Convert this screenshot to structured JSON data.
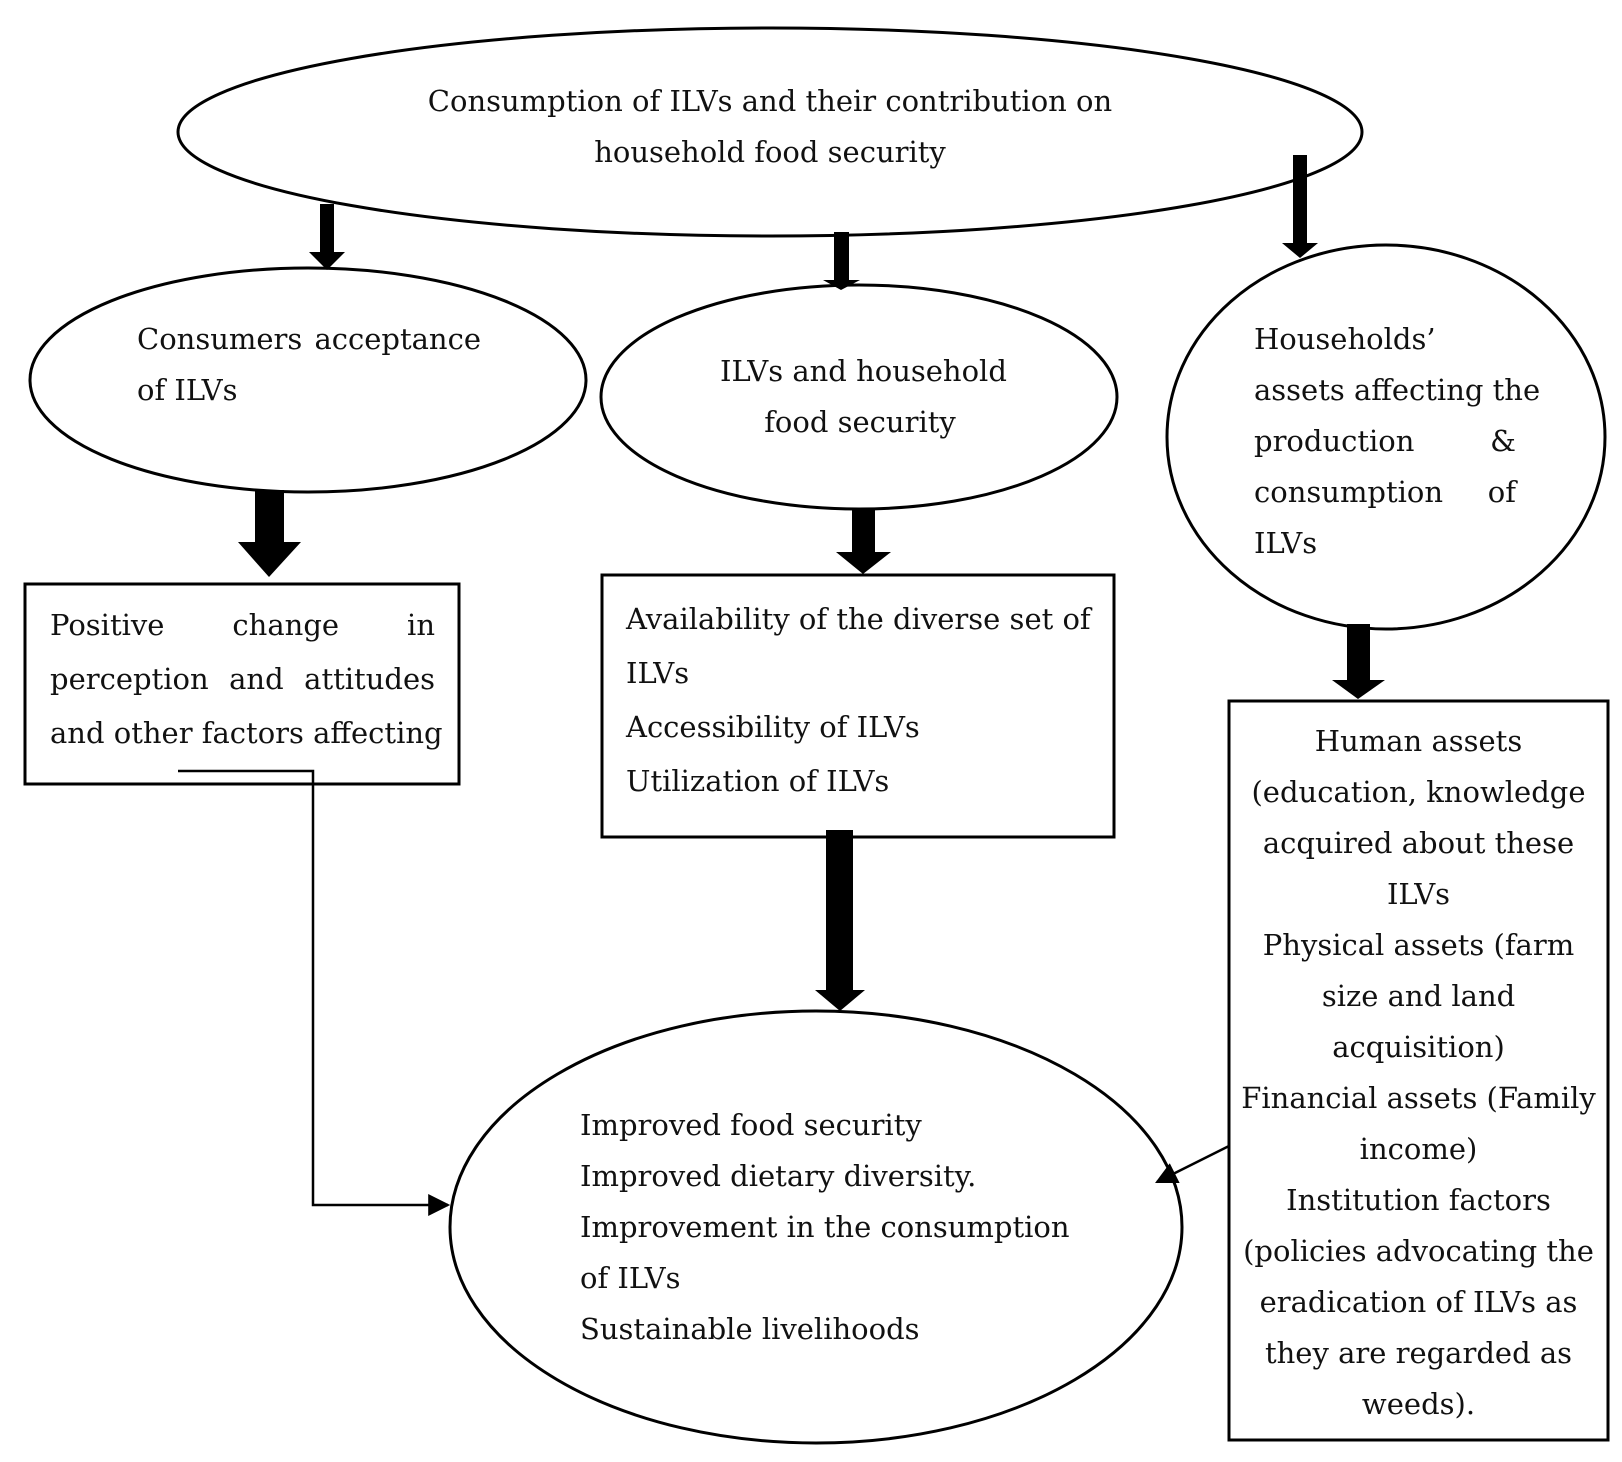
{
  "colors": {
    "stroke": "#000000",
    "text": "#111111",
    "background": "#ffffff"
  },
  "top": {
    "lines": [
      "Consumption of ILVs and their contribution on",
      "household food security"
    ]
  },
  "acceptance": {
    "lines": [
      "Consumers acceptance",
      "of ILVs"
    ]
  },
  "food_security": {
    "lines": [
      "ILVs and household",
      "food security"
    ]
  },
  "assets": {
    "lines": [
      "Households’",
      "assets affecting the",
      "production &",
      "consumption of",
      "ILVs"
    ]
  },
  "perception_box": {
    "lines": [
      "Positive change in",
      "perception and attitudes",
      "and other factors affecting"
    ]
  },
  "availability_box": {
    "lines": [
      "Availability of the diverse set of",
      "ILVs",
      "Accessibility of ILVs",
      "Utilization of ILVs"
    ]
  },
  "assets_box": {
    "lines": [
      "Human assets",
      "(education, knowledge",
      "acquired about these",
      "ILVs",
      "Physical assets (farm",
      "size and land",
      "acquisition)",
      "Financial assets (Family",
      "income)",
      "Institution factors",
      "(policies advocating the",
      "eradication of ILVs as",
      "they are regarded as",
      "weeds)."
    ]
  },
  "outcome": {
    "lines": [
      "Improved food security",
      "Improved dietary diversity.",
      "Improvement in the consumption",
      "of ILVs",
      "Sustainable livelihoods"
    ]
  }
}
